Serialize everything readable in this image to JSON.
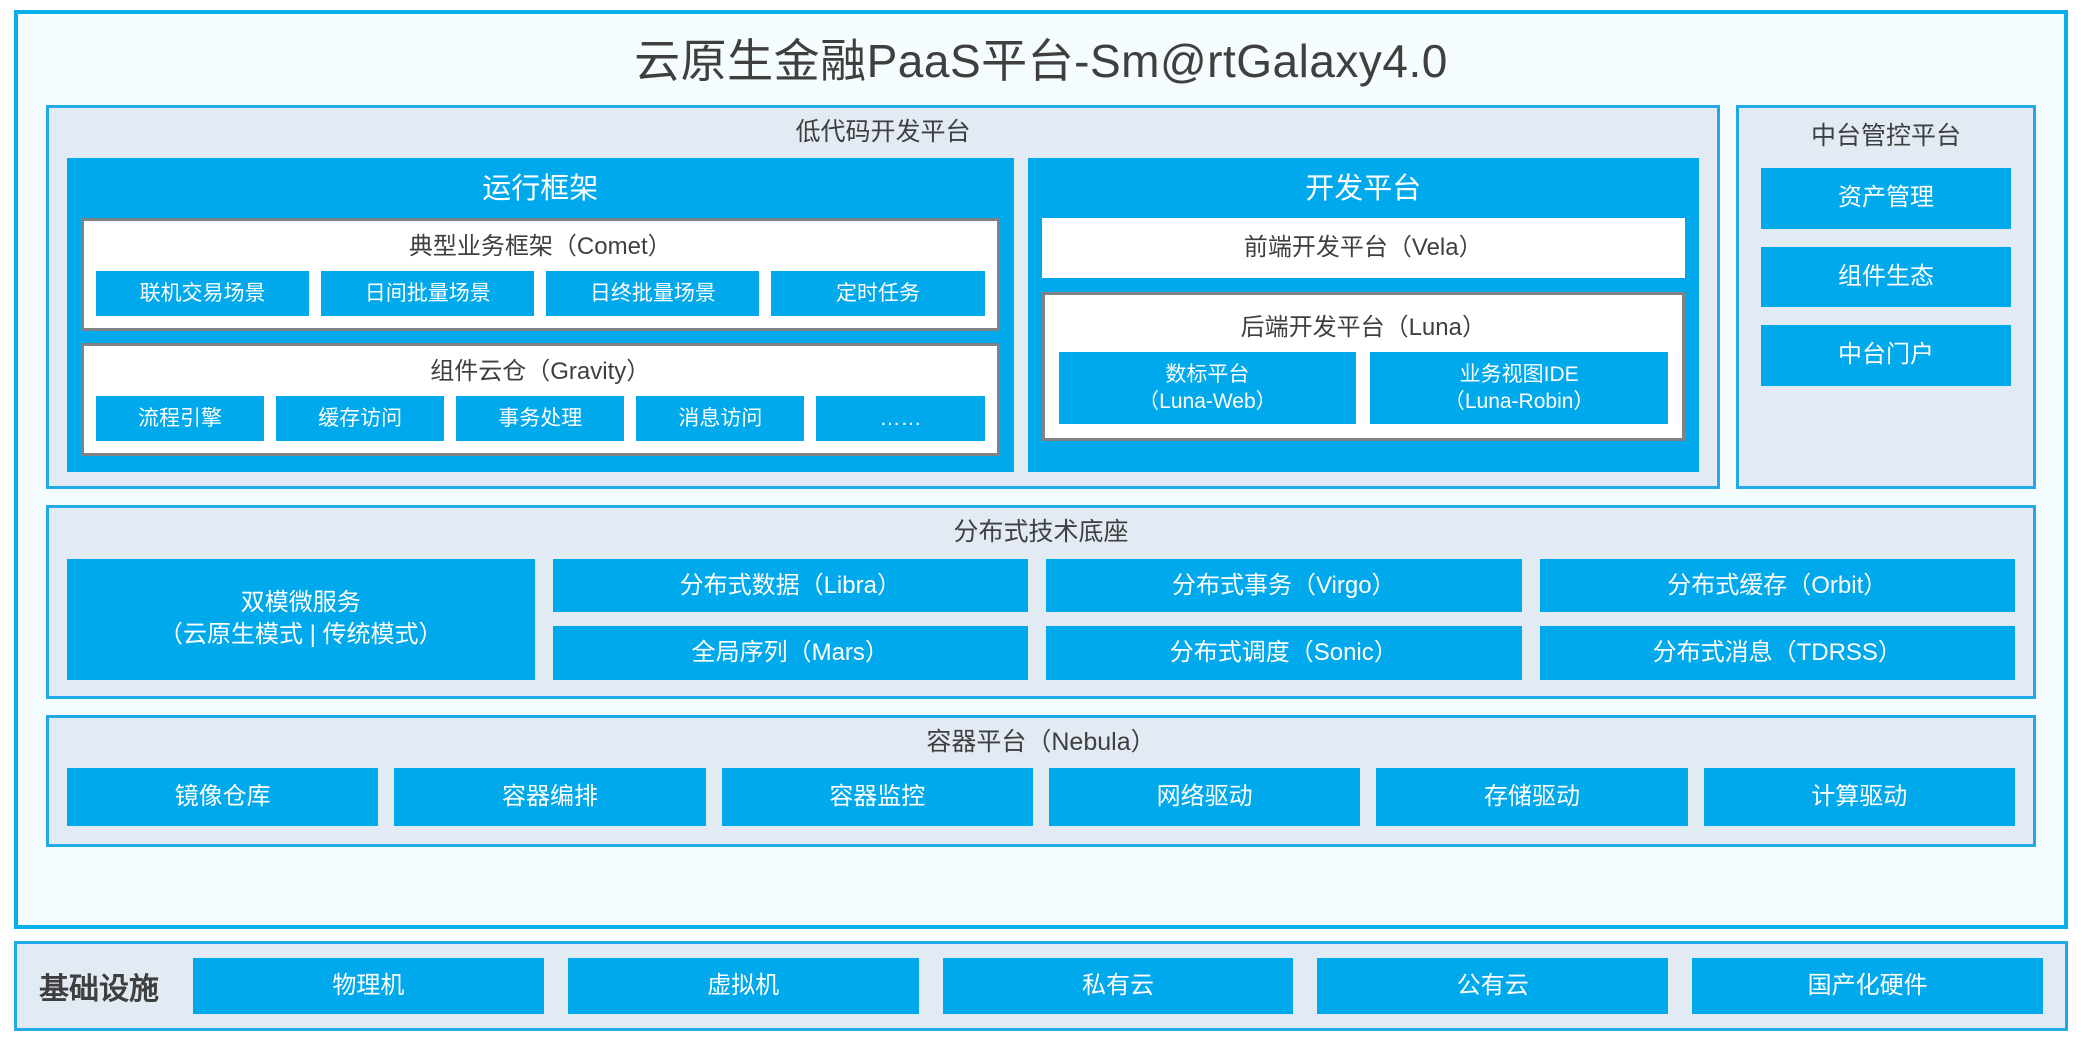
{
  "title": "云原生金融PaaS平台-Sm@rtGalaxy4.0",
  "colors": {
    "accent": "#00a8ec",
    "frame_border": "#0aaeea",
    "panel_bg": "#e2eaf3",
    "page_bg": "#f5fcfe",
    "inner_border": "#808285",
    "text": "#3f3f3f"
  },
  "lowcode": {
    "title": "低代码开发平台",
    "runtime": {
      "title": "运行框架",
      "comet": {
        "title": "典型业务框架（Comet）",
        "items": [
          "联机交易场景",
          "日间批量场景",
          "日终批量场景",
          "定时任务"
        ]
      },
      "gravity": {
        "title": "组件云仓（Gravity）",
        "items": [
          "流程引擎",
          "缓存访问",
          "事务处理",
          "消息访问",
          "……"
        ]
      }
    },
    "devplatform": {
      "title": "开发平台",
      "vela": "前端开发平台（Vela）",
      "luna": {
        "title": "后端开发平台（Luna）",
        "items": [
          {
            "name": "数标平台",
            "code": "（Luna-Web）"
          },
          {
            "name": "业务视图IDE",
            "code": "（Luna-Robin）"
          }
        ]
      }
    }
  },
  "control_platform": {
    "title": "中台管控平台",
    "items": [
      "资产管理",
      "组件生态",
      "中台门户"
    ]
  },
  "distributed": {
    "title": "分布式技术底座",
    "microservice": {
      "line1": "双模微服务",
      "line2": "（云原生模式 | 传统模式）"
    },
    "columns": [
      [
        "分布式数据（Libra）",
        "全局序列（Mars）"
      ],
      [
        "分布式事务（Virgo）",
        "分布式调度（Sonic）"
      ],
      [
        "分布式缓存（Orbit）",
        "分布式消息（TDRSS）"
      ]
    ]
  },
  "container_platform": {
    "title": "容器平台（Nebula）",
    "items": [
      "镜像仓库",
      "容器编排",
      "容器监控",
      "网络驱动",
      "存储驱动",
      "计算驱动"
    ]
  },
  "infrastructure": {
    "label": "基础设施",
    "items": [
      "物理机",
      "虚拟机",
      "私有云",
      "公有云",
      "国产化硬件"
    ]
  }
}
